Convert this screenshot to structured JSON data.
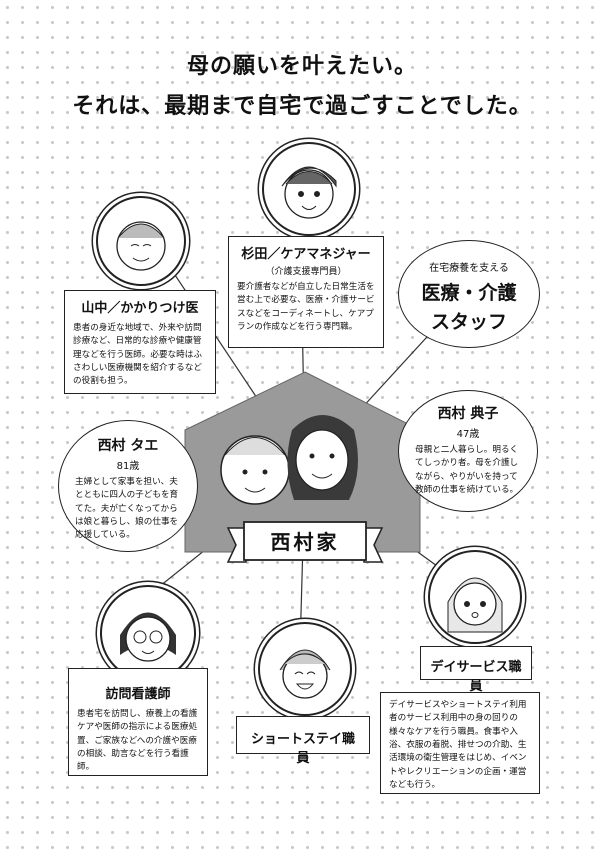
{
  "headline": {
    "line1": "母の願いを叶えたい。",
    "line2": "それは、最期まで自宅で過ごすことでした。"
  },
  "center": {
    "top": "在宅療養を支える",
    "big1": "医療・介護",
    "big2": "スタッフ"
  },
  "family": {
    "banner": "西村家"
  },
  "people": {
    "yamanaka": {
      "name": "山中／かかりつけ医",
      "desc": "患者の身近な地域で、外来や訪問診療など、日常的な診療や健康管理などを行う医師。必要な時はふさわしい医療機関を紹介するなどの役割も担う。"
    },
    "sugita": {
      "name": "杉田／ケアマネジャー",
      "role": "（介護支援専門員）",
      "desc": "要介護者などが自立した日常生活を営む上で必要な、医療・介護サービスなどをコーディネートし、ケアプランの作成などを行う専門職。"
    },
    "tae": {
      "name": "西村 タエ",
      "age": "81歳",
      "desc": "主婦として家事を担い、夫とともに四人の子どもを育てた。夫が亡くなってからは娘と暮らし、娘の仕事を応援している。"
    },
    "noriko": {
      "name": "西村 典子",
      "age": "47歳",
      "desc": "母親と二人暮らし。明るくてしっかり者。母を介護しながら、やりがいを持って教師の仕事を続けている。"
    },
    "nurse": {
      "name": "訪問看護師",
      "desc": "患者宅を訪問し、療養上の看護ケアや医師の指示による医療処置、ご家族などへの介護や医療の相談、助言などを行う看護師。"
    },
    "shortstay": {
      "name": "ショートステイ職員"
    },
    "dayservice": {
      "name": "デイサービス職員",
      "desc": "デイサービスやショートステイ利用者のサービス利用中の身の回りの様々なケアを行う職員。食事や入浴、衣服の着脱、排せつの介助、生活環境の衛生管理をはじめ、イベントやレクリエーションの企画・運営なども行う。"
    }
  }
}
